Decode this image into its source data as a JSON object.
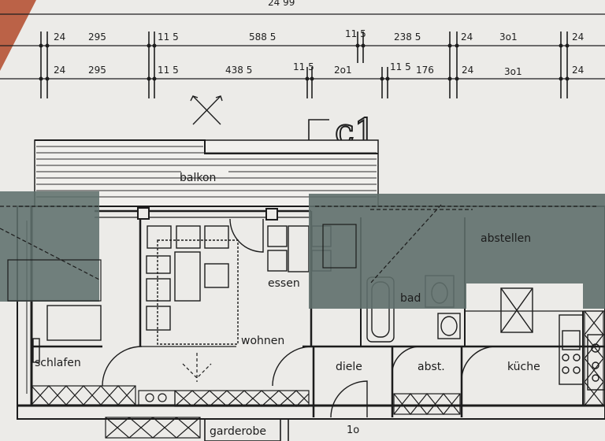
{
  "dimensions": {
    "top_partial": "24 99",
    "row1": [
      "24",
      "295",
      "11 5",
      "588 5",
      "11 5",
      "238 5",
      "24",
      "3o1",
      "24"
    ],
    "row2": [
      "24",
      "295",
      "11 5",
      "438 5",
      "11 5",
      "2o1",
      "11 5",
      "176",
      "24",
      "3o1",
      "24"
    ]
  },
  "stamp_text": "c1",
  "rooms": {
    "balkon": "balkon",
    "schlafen": "schlafen",
    "wohnen": "wohnen",
    "essen": "essen",
    "diele": "diele",
    "abst": "abst.",
    "bad": "bad",
    "abstellen": "abstellen",
    "kueche": "küche",
    "garderobe": "garderobe",
    "bottom_number": "1o"
  },
  "colors": {
    "paper": "#ecebe8",
    "ink": "#1c1c1c",
    "shade": "#5f6f6c",
    "corner_tint": "#b34a2a"
  }
}
